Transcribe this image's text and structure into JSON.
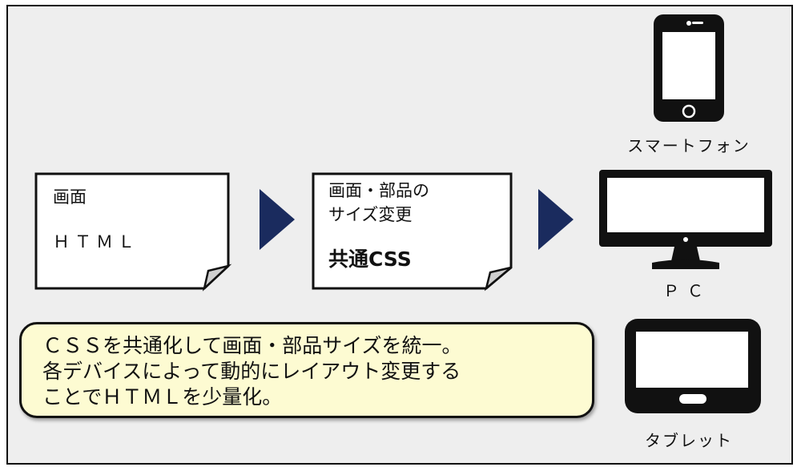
{
  "doc1": {
    "line1": "画面",
    "line2": "ＨＴＭＬ"
  },
  "doc2": {
    "line1": "画面・部品の",
    "line2": "サイズ変更",
    "line3": "共通CSS"
  },
  "devices": {
    "phone": "スマートフォン",
    "pc": "ＰＣ",
    "tablet": "タブレット"
  },
  "note": {
    "line1": "ＣＳＳを共通化して画面・部品サイズを統一。",
    "line2": "各デバイスによって動的にレイアウト変更する",
    "line3": "ことでＨＴＭＬを少量化。"
  },
  "colors": {
    "arrow": "#1a2b5e",
    "note_fill": "#fdfbd2",
    "background": "#eeeeee"
  }
}
